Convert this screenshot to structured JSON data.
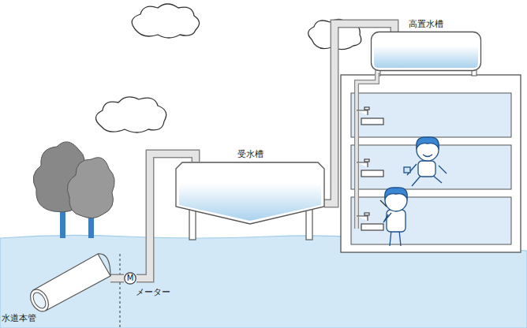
{
  "diagram": {
    "nodes": [
      {
        "text": [
          "高置水槽"
        ]
      },
      {
        "text": [
          "受水槽"
        ]
      },
      {
        "text": [
          "M"
        ]
      },
      {
        "text": [
          "水道本管"
        ]
      }
    ],
    "edges": [
      {
        "from": 3,
        "to": 2,
        "arrow": "none"
      },
      {
        "from": 2,
        "to": 1,
        "arrow": "none"
      },
      {
        "from": 1,
        "to": 0,
        "arrow": "none"
      }
    ],
    "labels": [
      "メーター"
    ]
  }
}
